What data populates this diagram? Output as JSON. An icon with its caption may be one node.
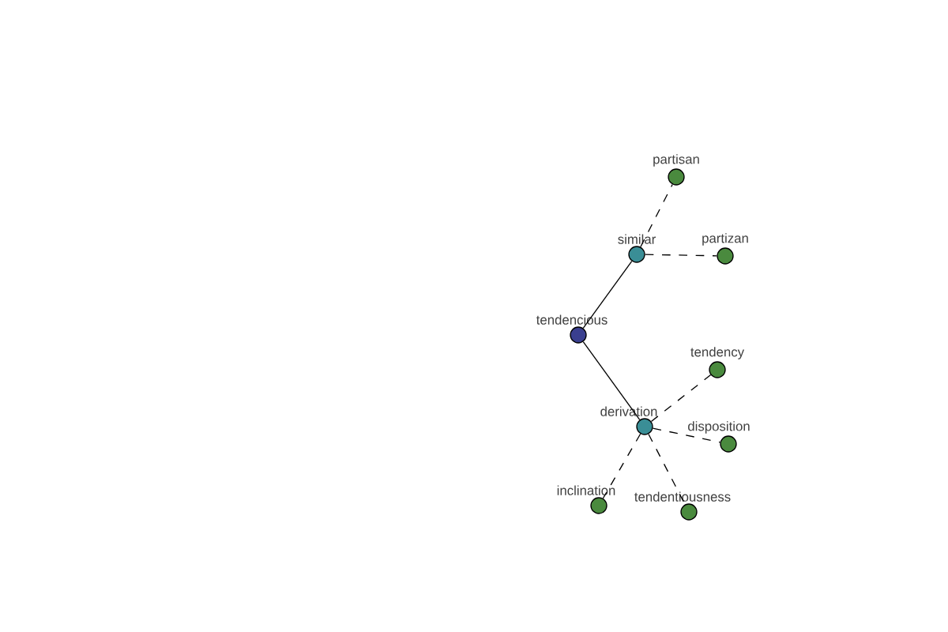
{
  "diagram": {
    "nodes": [
      {
        "text": [
          "partisan"
        ]
      },
      {
        "text": [
          "similar"
        ]
      },
      {
        "text": [
          "partizan"
        ]
      },
      {
        "text": [
          "tendencious"
        ]
      },
      {
        "text": [
          "tendency"
        ]
      },
      {
        "text": [
          "derivation"
        ]
      },
      {
        "text": [
          "disposition"
        ]
      },
      {
        "text": [
          "inclination"
        ]
      },
      {
        "text": [
          "tendentiousness"
        ]
      }
    ],
    "edges": [
      {
        "from": 3,
        "to": 1,
        "arrow": "none"
      },
      {
        "from": 3,
        "to": 5,
        "arrow": "none"
      },
      {
        "from": 1,
        "to": 0,
        "arrow": "none",
        "style": "dashed"
      },
      {
        "from": 1,
        "to": 2,
        "arrow": "none",
        "style": "dashed"
      },
      {
        "from": 5,
        "to": 4,
        "arrow": "none",
        "style": "dashed"
      },
      {
        "from": 5,
        "to": 6,
        "arrow": "none",
        "style": "dashed"
      },
      {
        "from": 5,
        "to": 7,
        "arrow": "none",
        "style": "dashed"
      },
      {
        "from": 5,
        "to": 8,
        "arrow": "none",
        "style": "dashed"
      }
    ]
  }
}
